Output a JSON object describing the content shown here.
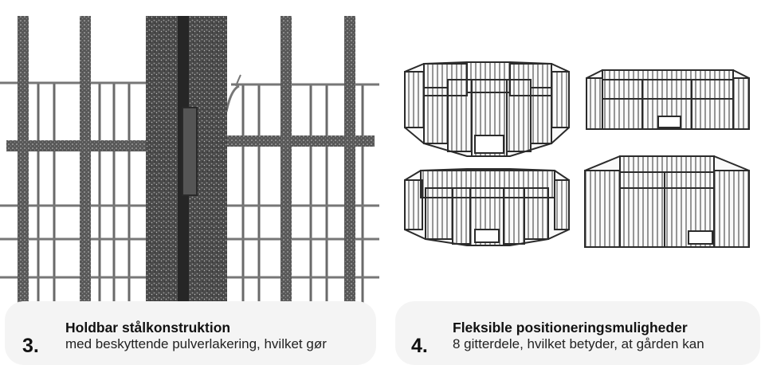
{
  "colors": {
    "card_bg": "#f4f4f4",
    "text": "#111111",
    "metal": "#3e3e3e"
  },
  "features": [
    {
      "number": "3.",
      "title": "Holdbar stålkonstruktion",
      "description": "med beskyttende pulverlakering, hvilket gør",
      "image": "powder-coated-steel-bars-closeup"
    },
    {
      "number": "4.",
      "title": "Fleksible positioneringsmuligheder",
      "description": "8 gitterdele, hvilket betyder, at gården kan",
      "image": "four-pen-configurations"
    }
  ]
}
